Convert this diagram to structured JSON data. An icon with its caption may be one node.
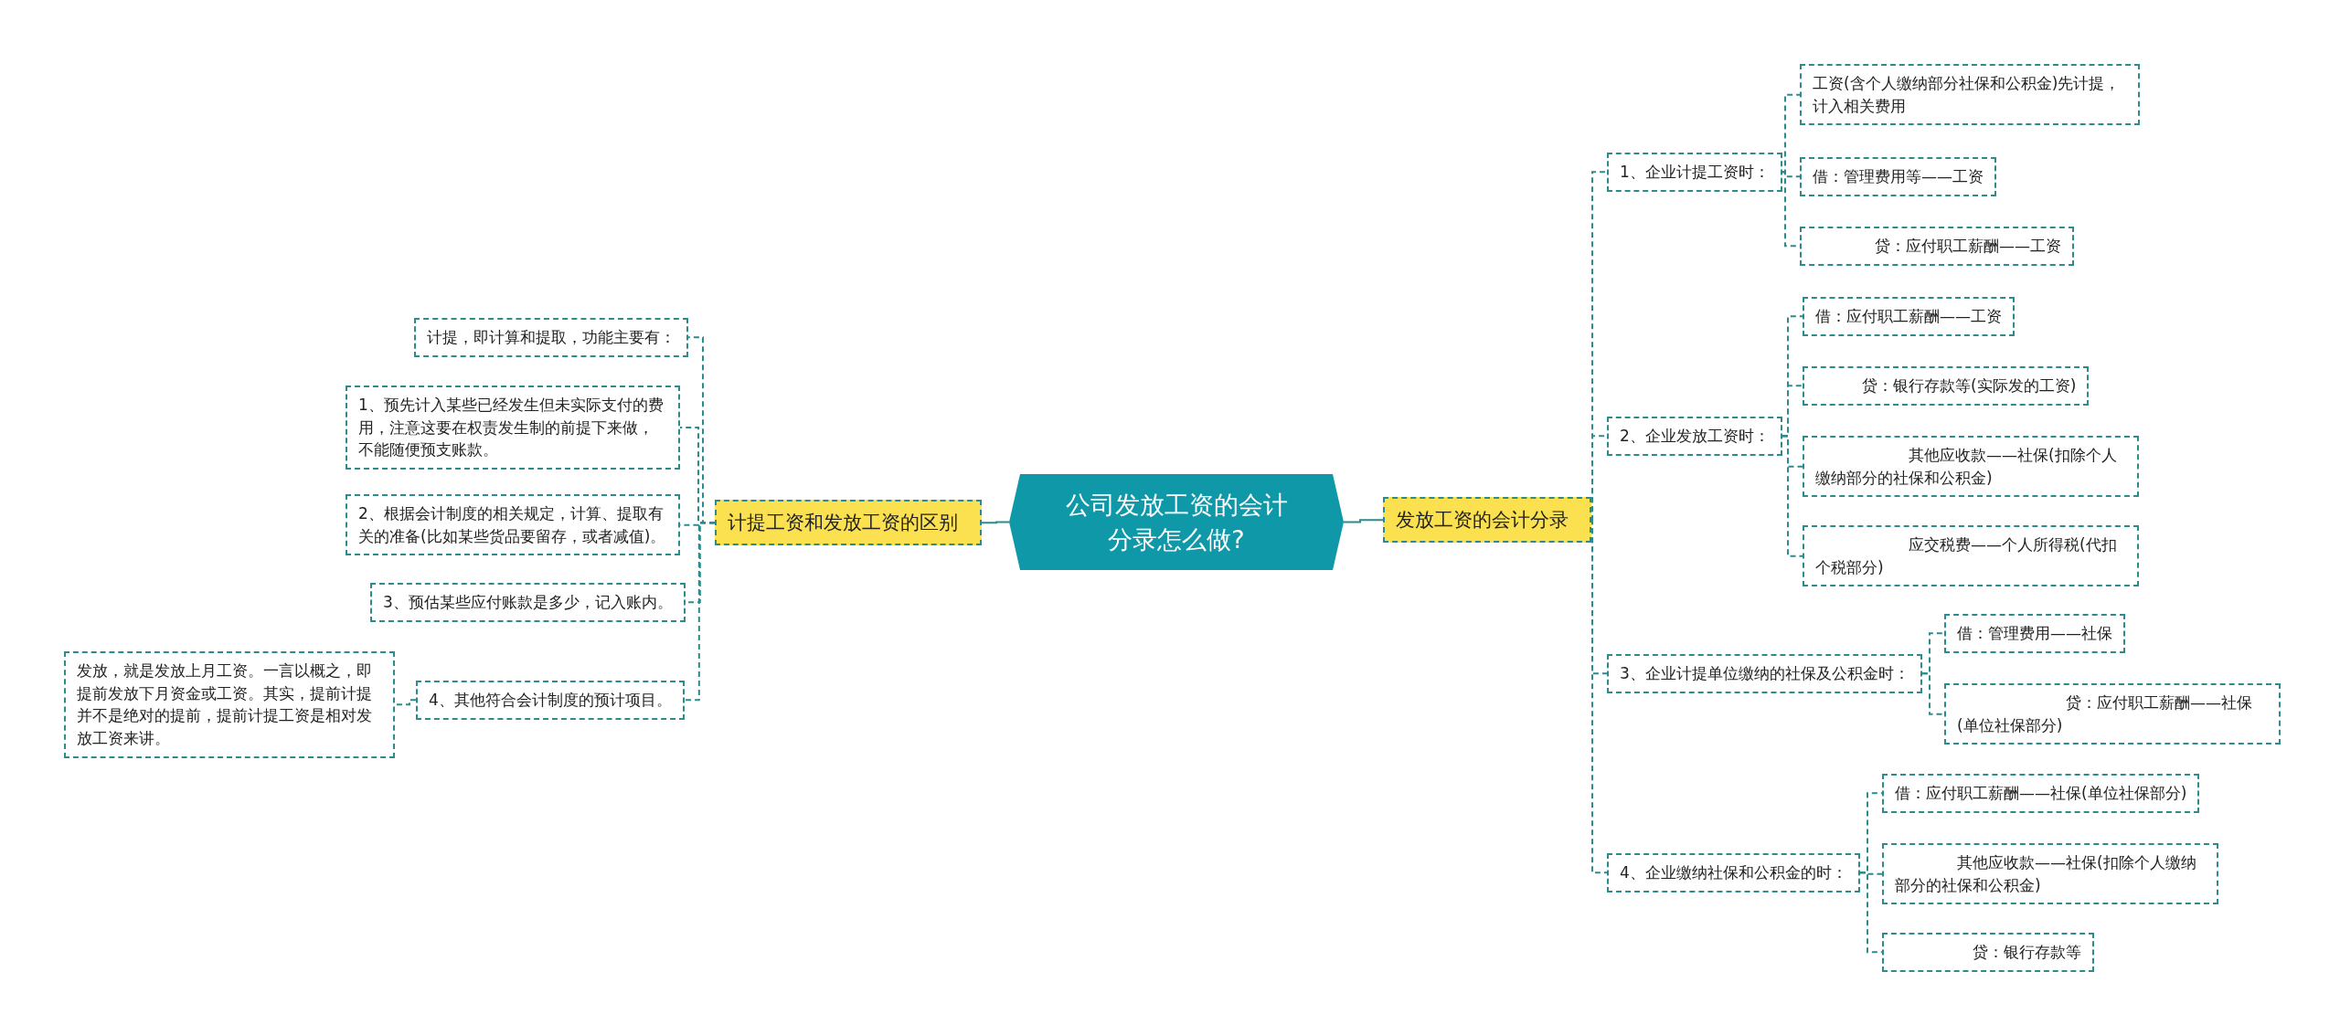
{
  "diagram": {
    "nodes": [
      {
        "text": [
          "公司发放工资的会计分录怎么做?"
        ]
      },
      {
        "text": [
          "计提工资和发放工资的区别"
        ]
      },
      {
        "text": [
          "计提，即计算和提取，功能主要有："
        ]
      },
      {
        "text": [
          "1、预先计入某些已经发生但未实际支付的费用，注意这要在权责发生制的前提下来做，不能随便预支账款。"
        ]
      },
      {
        "text": [
          "2、根据会计制度的相关规定，计算、提取有关的准备(比如某些货品要留存，或者减值)。"
        ]
      },
      {
        "text": [
          "3、预估某些应付账款是多少，记入账内。"
        ]
      },
      {
        "text": [
          "4、其他符合会计制度的预计项目。"
        ]
      },
      {
        "text": [
          "发放，就是发放上月工资。一言以概之，即提前发放下月资金或工资。其实，提前计提并不是绝对的提前，提前计提工资是相对发放工资来讲。"
        ]
      },
      {
        "text": [
          "发放工资的会计分录"
        ]
      },
      {
        "text": [
          "1、企业计提工资时："
        ]
      },
      {
        "text": [
          "工资(含个人缴纳部分社保和公积金)先计提，计入相关费用"
        ]
      },
      {
        "text": [
          "借：管理费用等——工资"
        ]
      },
      {
        "text": [
          "贷：应付职工薪酬——工资"
        ]
      },
      {
        "text": [
          "2、企业发放工资时："
        ]
      },
      {
        "text": [
          "借：应付职工薪酬——工资"
        ]
      },
      {
        "text": [
          "贷：银行存款等(实际发的工资)"
        ]
      },
      {
        "text": [
          "其他应收款——社保(扣除个人缴纳部分的社保和公积金)"
        ]
      },
      {
        "text": [
          "应交税费——个人所得税(代扣个税部分)"
        ]
      },
      {
        "text": [
          "3、企业计提单位缴纳的社保及公积金时："
        ]
      },
      {
        "text": [
          "借：管理费用——社保"
        ]
      },
      {
        "text": [
          "贷：应付职工薪酬——社保(单位社保部分)"
        ]
      },
      {
        "text": [
          "4、企业缴纳社保和公积金的时："
        ]
      },
      {
        "text": [
          "借：应付职工薪酬——社保(单位社保部分)"
        ]
      },
      {
        "text": [
          "其他应收款——社保(扣除个人缴纳部分的社保和公积金)"
        ]
      },
      {
        "text": [
          "贷：银行存款等"
        ]
      }
    ],
    "edges": [
      {
        "from": 0,
        "to": 1,
        "arrow": "none"
      },
      {
        "from": 1,
        "to": 2,
        "arrow": "none",
        "style": "dashed"
      },
      {
        "from": 1,
        "to": 3,
        "arrow": "none",
        "style": "dashed"
      },
      {
        "from": 1,
        "to": 4,
        "arrow": "none",
        "style": "dashed"
      },
      {
        "from": 1,
        "to": 5,
        "arrow": "none",
        "style": "dashed"
      },
      {
        "from": 1,
        "to": 6,
        "arrow": "none",
        "style": "dashed"
      },
      {
        "from": 6,
        "to": 7,
        "arrow": "none",
        "style": "dashed"
      },
      {
        "from": 0,
        "to": 8,
        "arrow": "none"
      },
      {
        "from": 8,
        "to": 9,
        "arrow": "none",
        "style": "dashed"
      },
      {
        "from": 9,
        "to": 10,
        "arrow": "none",
        "style": "dashed"
      },
      {
        "from": 9,
        "to": 11,
        "arrow": "none",
        "style": "dashed"
      },
      {
        "from": 9,
        "to": 12,
        "arrow": "none",
        "style": "dashed"
      },
      {
        "from": 8,
        "to": 13,
        "arrow": "none",
        "style": "dashed"
      },
      {
        "from": 13,
        "to": 14,
        "arrow": "none",
        "style": "dashed"
      },
      {
        "from": 13,
        "to": 15,
        "arrow": "none",
        "style": "dashed"
      },
      {
        "from": 13,
        "to": 16,
        "arrow": "none",
        "style": "dashed"
      },
      {
        "from": 13,
        "to": 17,
        "arrow": "none",
        "style": "dashed"
      },
      {
        "from": 8,
        "to": 18,
        "arrow": "none",
        "style": "dashed"
      },
      {
        "from": 18,
        "to": 19,
        "arrow": "none",
        "style": "dashed"
      },
      {
        "from": 18,
        "to": 20,
        "arrow": "none",
        "style": "dashed"
      },
      {
        "from": 8,
        "to": 21,
        "arrow": "none",
        "style": "dashed"
      },
      {
        "from": 21,
        "to": 22,
        "arrow": "none",
        "style": "dashed"
      },
      {
        "from": 21,
        "to": 23,
        "arrow": "none",
        "style": "dashed"
      },
      {
        "from": 21,
        "to": 24,
        "arrow": "none",
        "style": "dashed"
      }
    ]
  }
}
